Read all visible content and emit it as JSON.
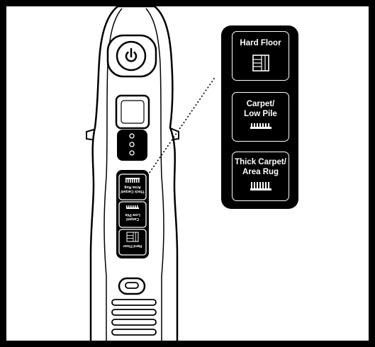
{
  "callout": {
    "modes": [
      {
        "label_line1": "Hard Floor",
        "label_line2": "",
        "icon": "hard-floor-icon"
      },
      {
        "label_line1": "Carpet/",
        "label_line2": "Low Pile",
        "icon": "low-pile-icon"
      },
      {
        "label_line1": "Thick Carpet/",
        "label_line2": "Area Rug",
        "icon": "thick-carpet-icon"
      }
    ]
  },
  "device": {
    "buttons": [
      {
        "label_line1": "Thick Carpet/",
        "label_line2": "Area Rug"
      },
      {
        "label_line1": "Carpet/",
        "label_line2": "Low Pile"
      },
      {
        "label_line1": "Hard Floor",
        "label_line2": ""
      }
    ],
    "power_icon": "power-icon",
    "colors": {
      "background": "#ffffff",
      "ink": "#000000"
    }
  }
}
